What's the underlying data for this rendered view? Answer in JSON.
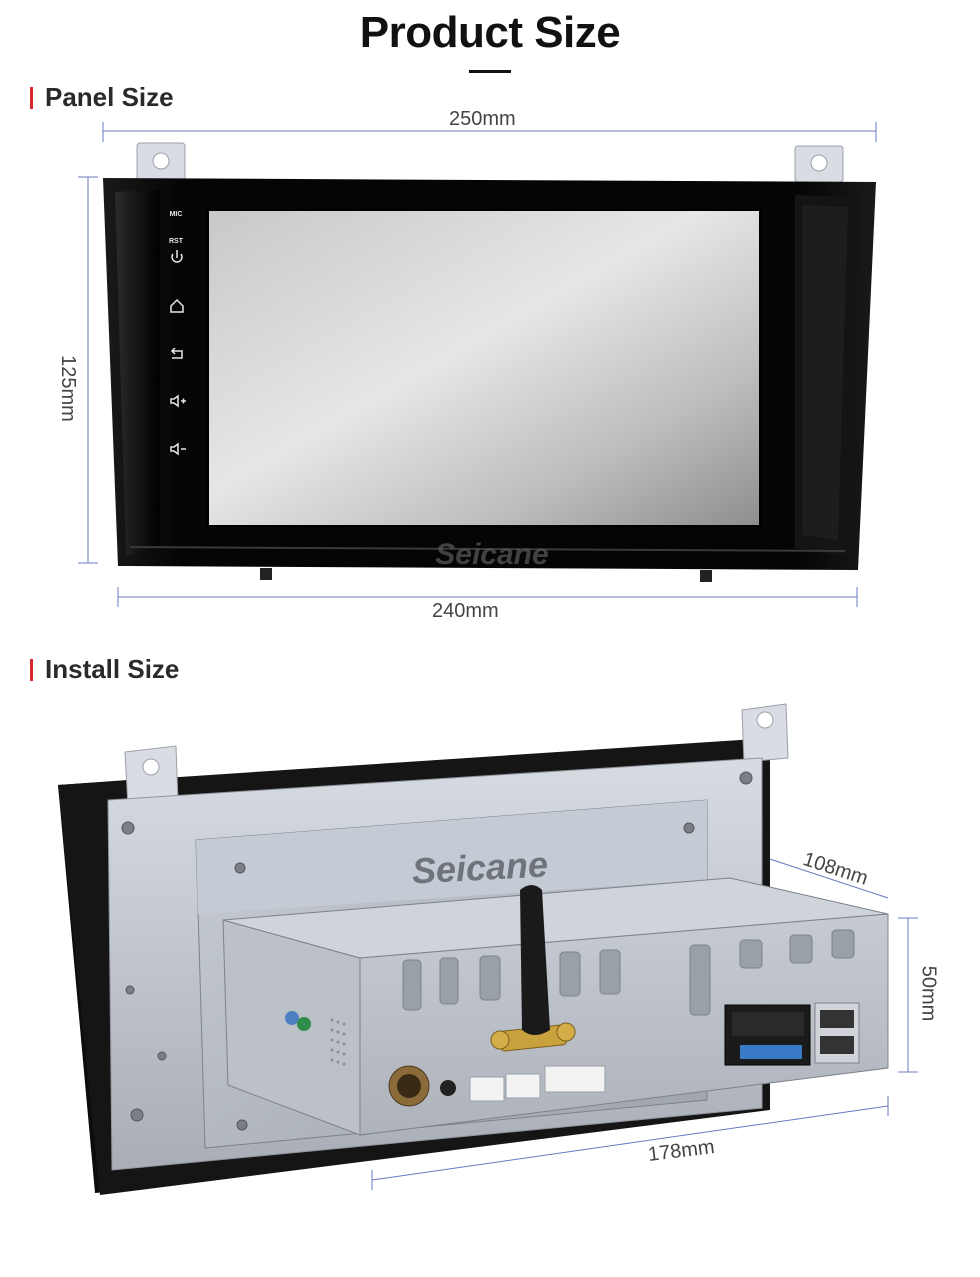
{
  "page": {
    "title": "Product Size"
  },
  "panel_section": {
    "heading": "Panel Size",
    "width_label": "250mm",
    "height_label": "125mm",
    "inner_width_label": "240mm",
    "buttons": {
      "mic": "MIC",
      "rst": "RST"
    },
    "brand_watermark": "Seicane"
  },
  "install_section": {
    "heading": "Install Size",
    "depth_label": "108mm",
    "height_label": "50mm",
    "width_label": "178mm",
    "brand_label": "Seicane"
  },
  "colors": {
    "accent": "#d6282c",
    "dimension_line": "#6a78c4"
  }
}
